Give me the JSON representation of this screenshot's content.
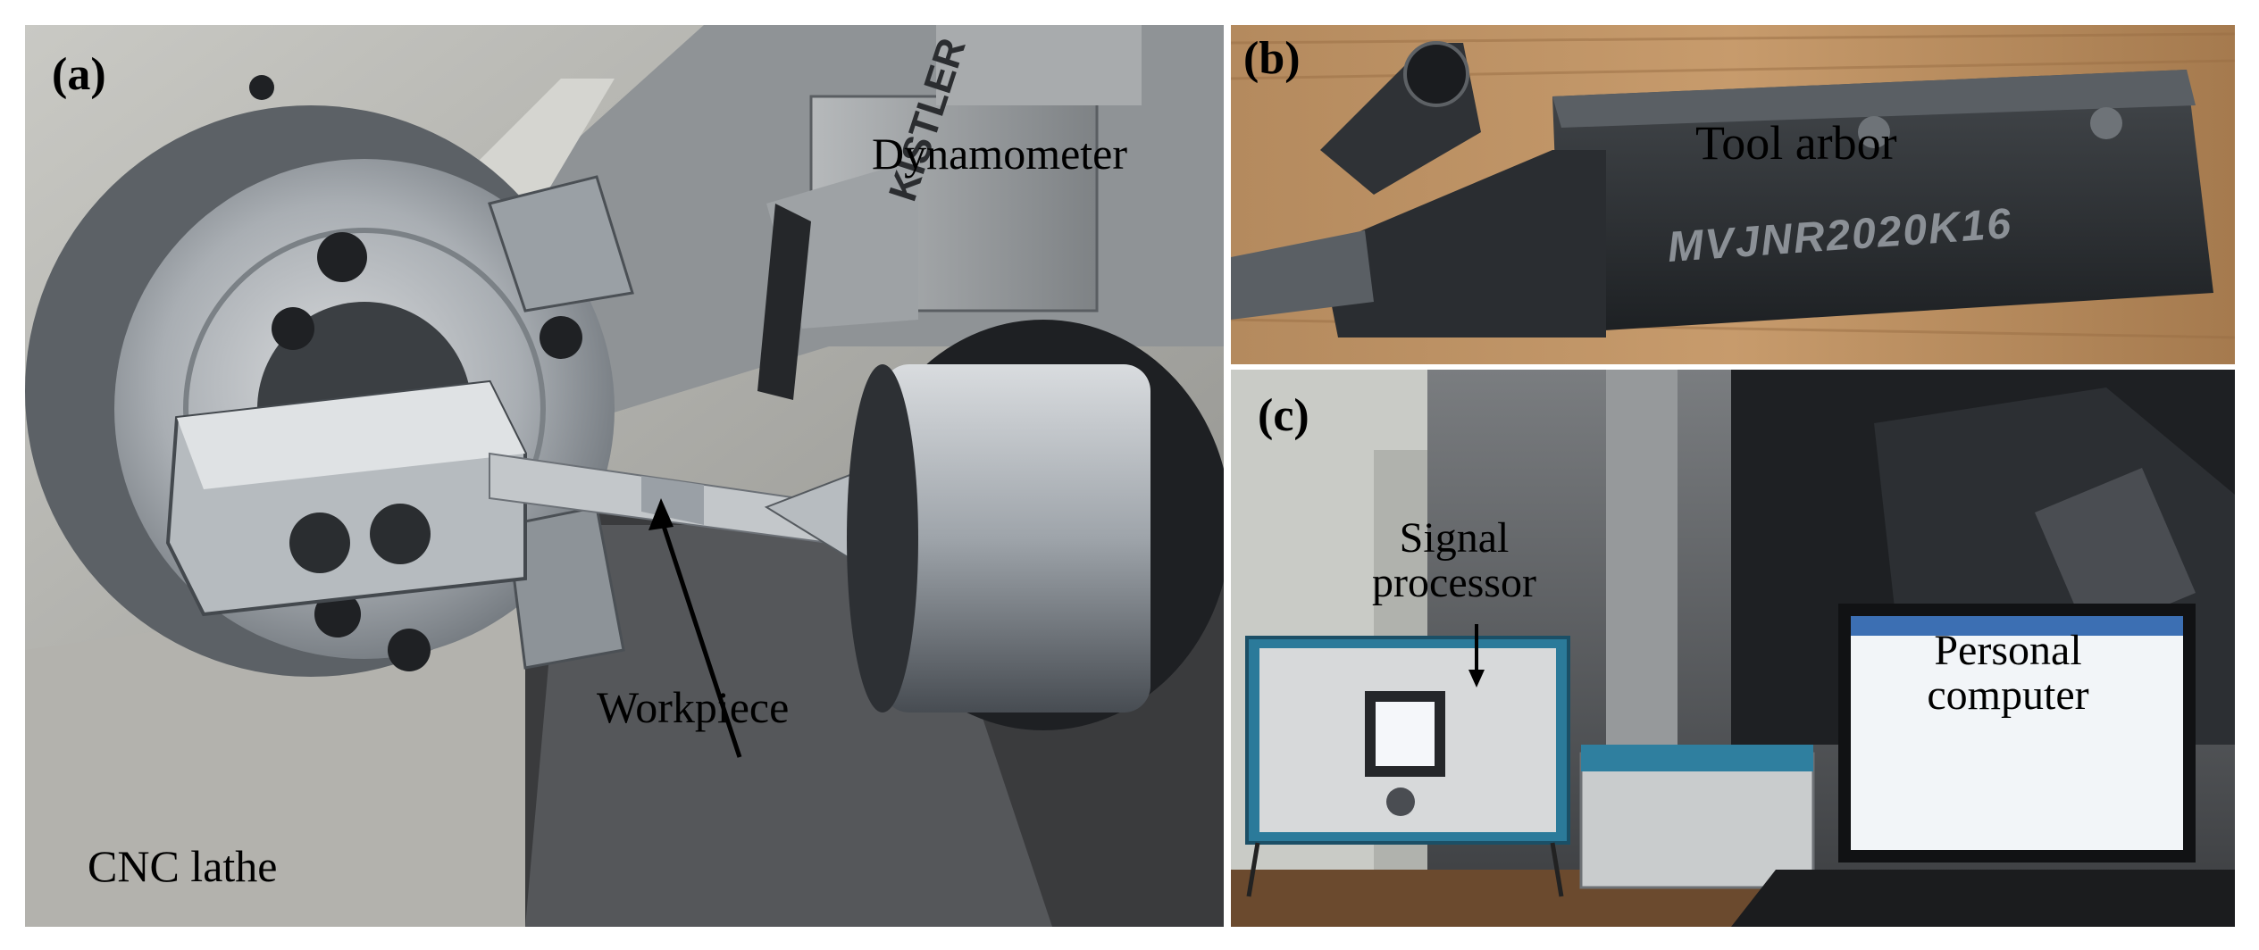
{
  "panels": {
    "a": {
      "label": "(a)",
      "annotations": {
        "dynamometer": "Dynamometer",
        "workpiece": "Workpiece",
        "cnc_lathe": "CNC lathe"
      },
      "imprints": {
        "dynamometer_brand": "KISTLER"
      }
    },
    "b": {
      "label": "(b)",
      "annotations": {
        "tool_arbor": "Tool arbor"
      },
      "imprints": {
        "tool_code": "MVJNR2020K16"
      }
    },
    "c": {
      "label": "(c)",
      "annotations": {
        "signal_processor_line1": "Signal",
        "signal_processor_line2": "processor",
        "personal_computer_line1": "Personal",
        "personal_computer_line2": "computer"
      }
    }
  }
}
